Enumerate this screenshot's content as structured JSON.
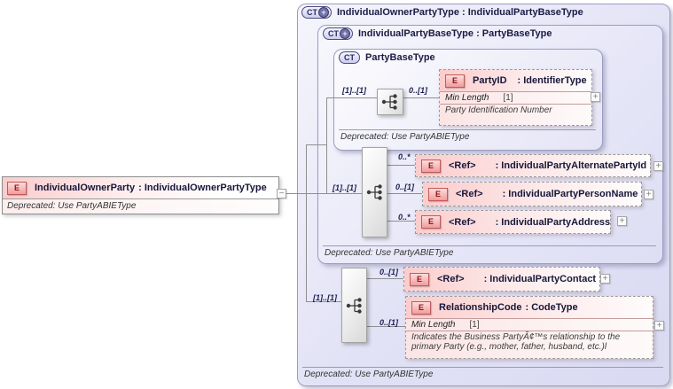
{
  "root_box": {
    "badge": "E",
    "name": "IndividualOwnerParty",
    "type": ": IndividualOwnerPartyType",
    "deprecated": "Deprecated: Use PartyABIEType",
    "collapse": "−"
  },
  "outer": {
    "badge": "CT",
    "badge_plus": "+",
    "title": "IndividualOwnerPartyType : IndividualPartyBaseType",
    "deprecated": "Deprecated: Use PartyABIEType"
  },
  "level2": {
    "badge": "CT",
    "badge_plus": "+",
    "title": "IndividualPartyBaseType : PartyBaseType",
    "deprecated": "Deprecated: Use PartyABIEType"
  },
  "level3": {
    "badge": "CT",
    "title": "PartyBaseType",
    "deprecated": "Deprecated: Use PartyABIEType"
  },
  "seq1": {
    "cardinality": "[1]..[1]"
  },
  "seq2": {
    "cardinality": "[1]..[1]"
  },
  "seq3": {
    "cardinality": "[1]..[1]"
  },
  "party_id": {
    "badge": "E",
    "cardinality": "0..[1]",
    "name": "PartyID",
    "type": ": IdentifierType",
    "facet_label": "Min Length",
    "facet_value": "[1]",
    "annotation": "Party Identification Number",
    "expand": "+"
  },
  "alternate_party_id": {
    "badge": "E",
    "cardinality": "0..*",
    "name": "<Ref>",
    "type": ": IndividualPartyAlternatePartyId",
    "expand": "+"
  },
  "person_name": {
    "badge": "E",
    "cardinality": "0..[1]",
    "name": "<Ref>",
    "type": ": IndividualPartyPersonName",
    "expand": "+"
  },
  "address": {
    "badge": "E",
    "cardinality": "0..*",
    "name": "<Ref>",
    "type": ": IndividualPartyAddress",
    "expand": "+"
  },
  "contact": {
    "badge": "E",
    "cardinality": "0..[1]",
    "name": "<Ref>",
    "type": ": IndividualPartyContact",
    "expand": "+"
  },
  "relationship_code": {
    "badge": "E",
    "cardinality": "0..[1]",
    "name": "RelationshipCode",
    "type": ": CodeType",
    "facet_label": "Min Length",
    "facet_value": "[1]",
    "annotation": "Indicates the Business PartyÃ¢™s relationship to the primary Party (e.g., mother, father, husband, etc.)l",
    "expand": "+"
  },
  "colors": {
    "container_lavender": "#e2e2f6",
    "element_pink": "#fbcccc",
    "badge_red": "#c05a5a",
    "title_navy": "#1b1b46",
    "connector_grey": "#8f8f8f"
  }
}
